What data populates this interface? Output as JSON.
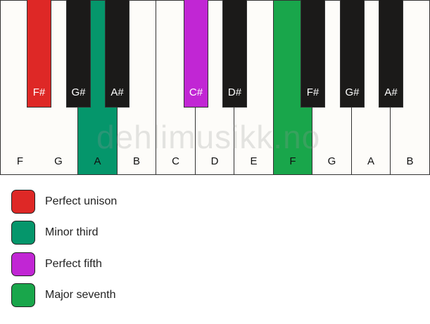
{
  "colors": {
    "perfect_unison": "#de2826",
    "minor_third": "#05966b",
    "perfect_fifth": "#c126d4",
    "major_seventh": "#19a64b",
    "black_key": "#1b1a19",
    "white_key": "#fdfcf9"
  },
  "piano": {
    "white_keys": [
      {
        "label": "F"
      },
      {
        "label": "G"
      },
      {
        "label": "A"
      },
      {
        "label": "B"
      },
      {
        "label": "C"
      },
      {
        "label": "D"
      },
      {
        "label": "E"
      },
      {
        "label": "F"
      },
      {
        "label": "G"
      },
      {
        "label": "A"
      },
      {
        "label": "B"
      }
    ],
    "black_keys": [
      {
        "label": "F#"
      },
      {
        "label": "G#"
      },
      {
        "label": "A#"
      },
      {
        "label": "C#"
      },
      {
        "label": "D#"
      },
      {
        "label": "F#"
      },
      {
        "label": "G#"
      },
      {
        "label": "A#"
      }
    ]
  },
  "watermark": "dehlimusikk.no",
  "legend": [
    {
      "label": "Perfect unison"
    },
    {
      "label": "Minor third"
    },
    {
      "label": "Perfect fifth"
    },
    {
      "label": "Major seventh"
    }
  ]
}
